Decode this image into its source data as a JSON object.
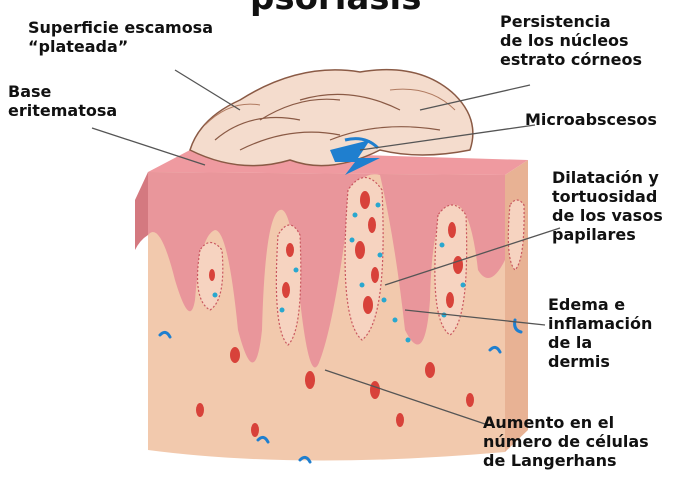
{
  "title_fragment": "psoriasis",
  "labels": {
    "superficie": [
      "Superficie escamosa",
      "“plateada”"
    ],
    "base": [
      "Base",
      "eritematosa"
    ],
    "persistencia": [
      "Persistencia",
      "de los núcleos",
      "estrato córneos"
    ],
    "microabscesos": [
      "Microabscesos"
    ],
    "dilatacion": [
      "Dilatación y",
      "tortuosidad",
      "de los vasos",
      "papilares"
    ],
    "edema": [
      "Edema e",
      "inflamación",
      "de la",
      "dermis"
    ],
    "langerhans": [
      "Aumento en el",
      "número de células",
      "de Langerhans"
    ]
  },
  "colors": {
    "skin": "#f2c9ad",
    "skin_side": "#ecb998",
    "epidermis": "#e9969b",
    "papilla": "#d9666f",
    "vessel": "#d8423a",
    "cyan": "#29a7cf",
    "blue": "#1f7fcf",
    "scale": "#f4dccd",
    "scale_line": "#8a5a45",
    "leader": "#555555"
  },
  "icons": [
    "skin-block-illustration",
    "scale-icon",
    "blood-vessel-icon",
    "inflammatory-cell-icon",
    "langerhans-cell-icon"
  ]
}
